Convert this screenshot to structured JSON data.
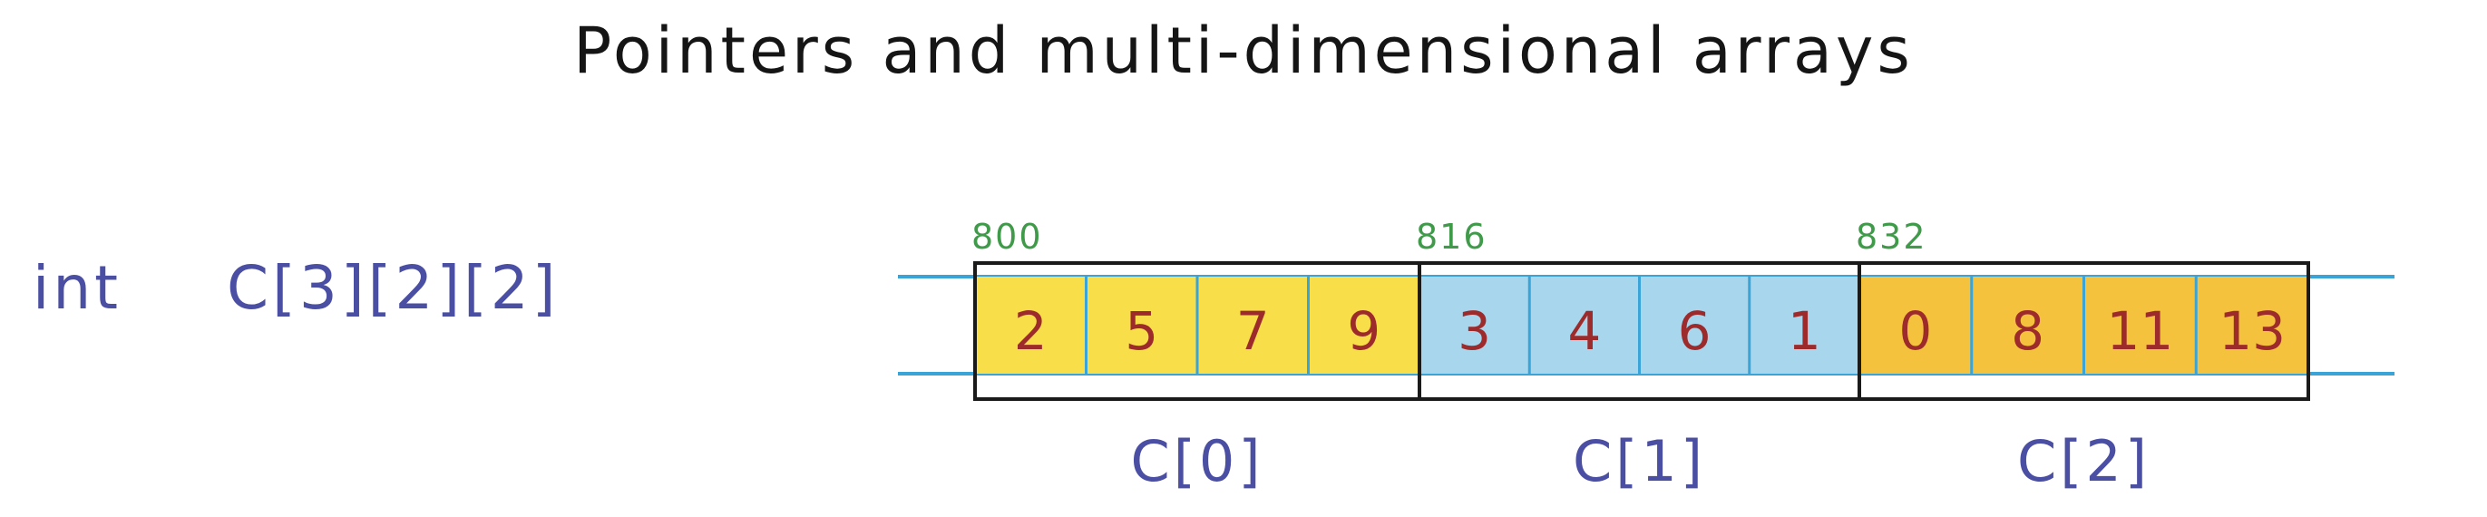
{
  "title": "Pointers and multi-dimensional arrays",
  "declaration": {
    "keyword": "int",
    "expression": "C[3][2][2]"
  },
  "blocks": [
    {
      "address": "800",
      "label": "C[0]",
      "color": "#f8de49",
      "values": [
        "2",
        "5",
        "7",
        "9"
      ]
    },
    {
      "address": "816",
      "label": "C[1]",
      "color": "#a8d6ec",
      "values": [
        "3",
        "4",
        "6",
        "1"
      ]
    },
    {
      "address": "832",
      "label": "C[2]",
      "color": "#f5c23e",
      "values": [
        "0",
        "8",
        "11",
        "13"
      ]
    }
  ],
  "colors": {
    "rail": "#3aa3d8",
    "outline": "#1a1a1a",
    "address": "#3f9b49",
    "value": "#9e2b2b",
    "label": "#4b4fa3"
  }
}
